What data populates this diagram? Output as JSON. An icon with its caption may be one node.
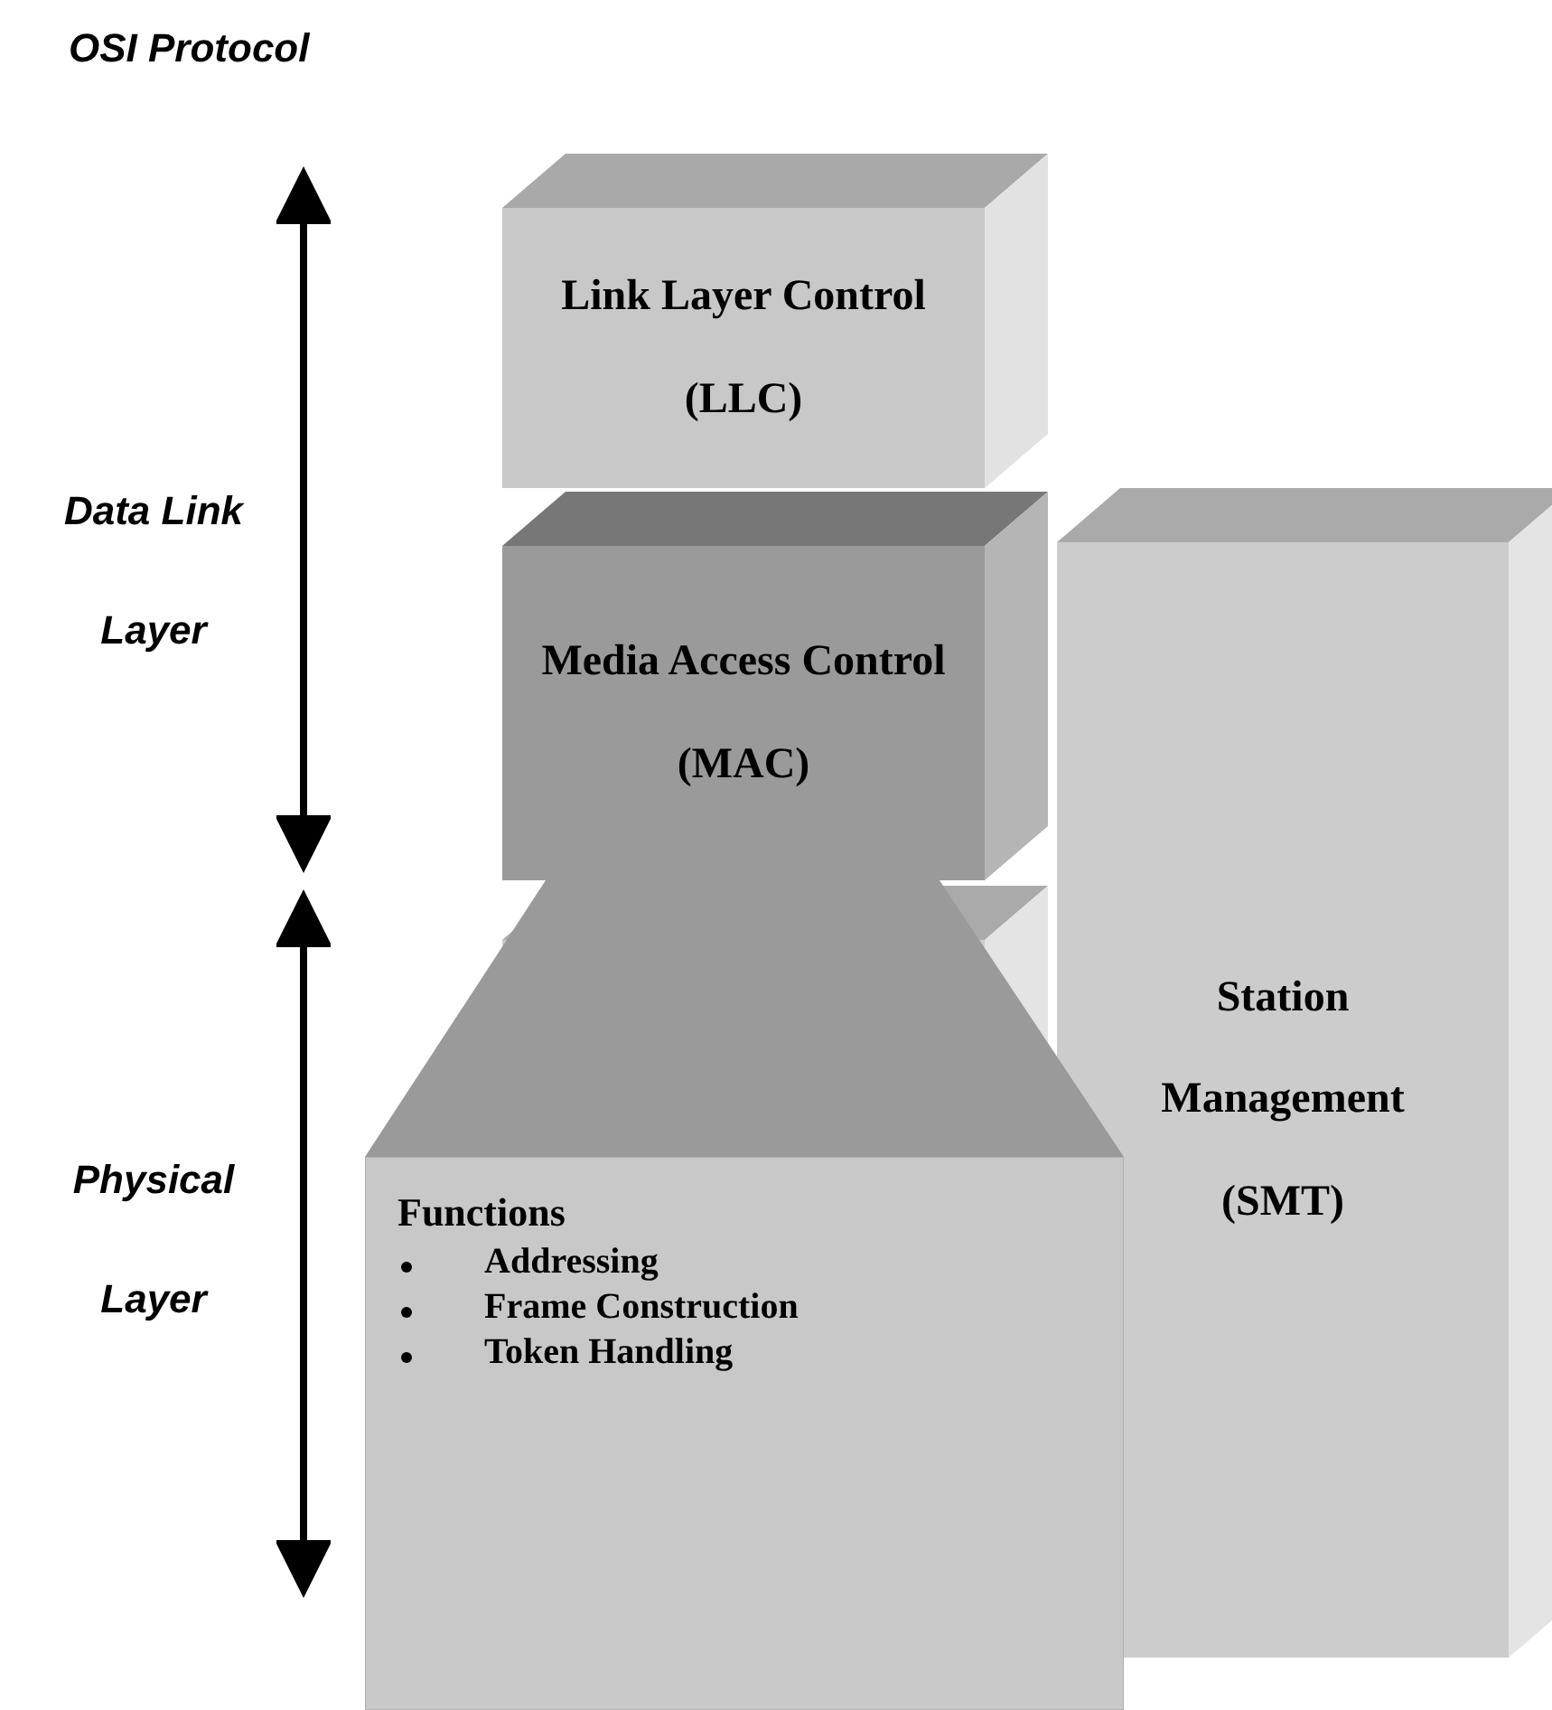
{
  "diagram": {
    "title": "OSI Protocol",
    "nodes": [
      {
        "text": [
          "Link Layer Control (LLC)"
        ]
      },
      {
        "text": [
          "Media Access Control (MAC)"
        ]
      },
      {
        "text": [],
        "shape": "box"
      },
      {
        "text": [
          "Station Management (SMT)"
        ]
      },
      {
        "text": [
          "Functions",
          "Addressing",
          "Frame Construction",
          "Token Handling"
        ]
      }
    ],
    "labels": [
      "Data Link Layer",
      "Physical Layer"
    ]
  }
}
